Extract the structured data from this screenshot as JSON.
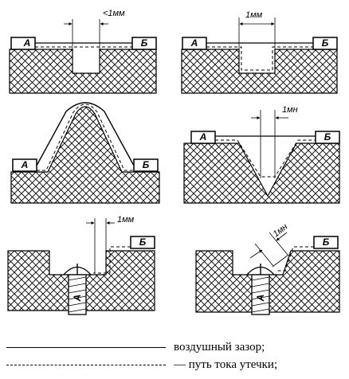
{
  "labels": {
    "terminal_a": "А",
    "terminal_b": "Б"
  },
  "dimensions": {
    "lt_1mm": "<1мм",
    "d_1mm": "1мм",
    "d_1mn": "1мн"
  },
  "legend": {
    "air_gap": "воздушный зазор;",
    "leakage_path": "— путь тока утечки;"
  }
}
